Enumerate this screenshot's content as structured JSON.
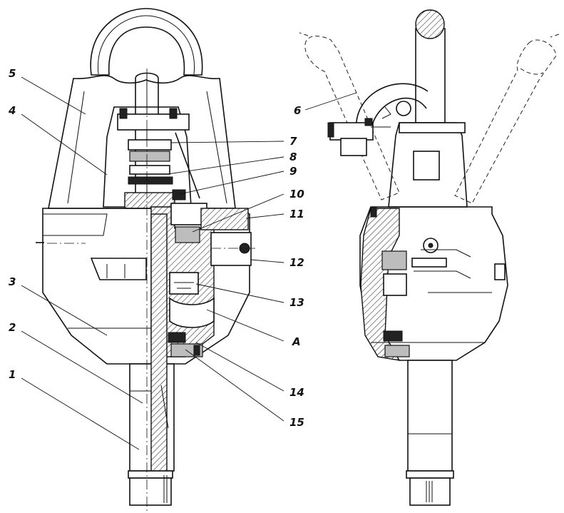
{
  "callouts": [
    {
      "key": "n1",
      "text": "1"
    },
    {
      "key": "n2",
      "text": "2"
    },
    {
      "key": "n3",
      "text": "3"
    },
    {
      "key": "n4",
      "text": "4"
    },
    {
      "key": "n5",
      "text": "5"
    },
    {
      "key": "n6",
      "text": "6"
    },
    {
      "key": "n7",
      "text": "7"
    },
    {
      "key": "n8",
      "text": "8"
    },
    {
      "key": "n9",
      "text": "9"
    },
    {
      "key": "n10",
      "text": "10"
    },
    {
      "key": "n11",
      "text": "11"
    },
    {
      "key": "n12",
      "text": "12"
    },
    {
      "key": "n13",
      "text": "13"
    },
    {
      "key": "nA",
      "text": "A"
    },
    {
      "key": "n14",
      "text": "14"
    },
    {
      "key": "n15",
      "text": "15"
    }
  ]
}
